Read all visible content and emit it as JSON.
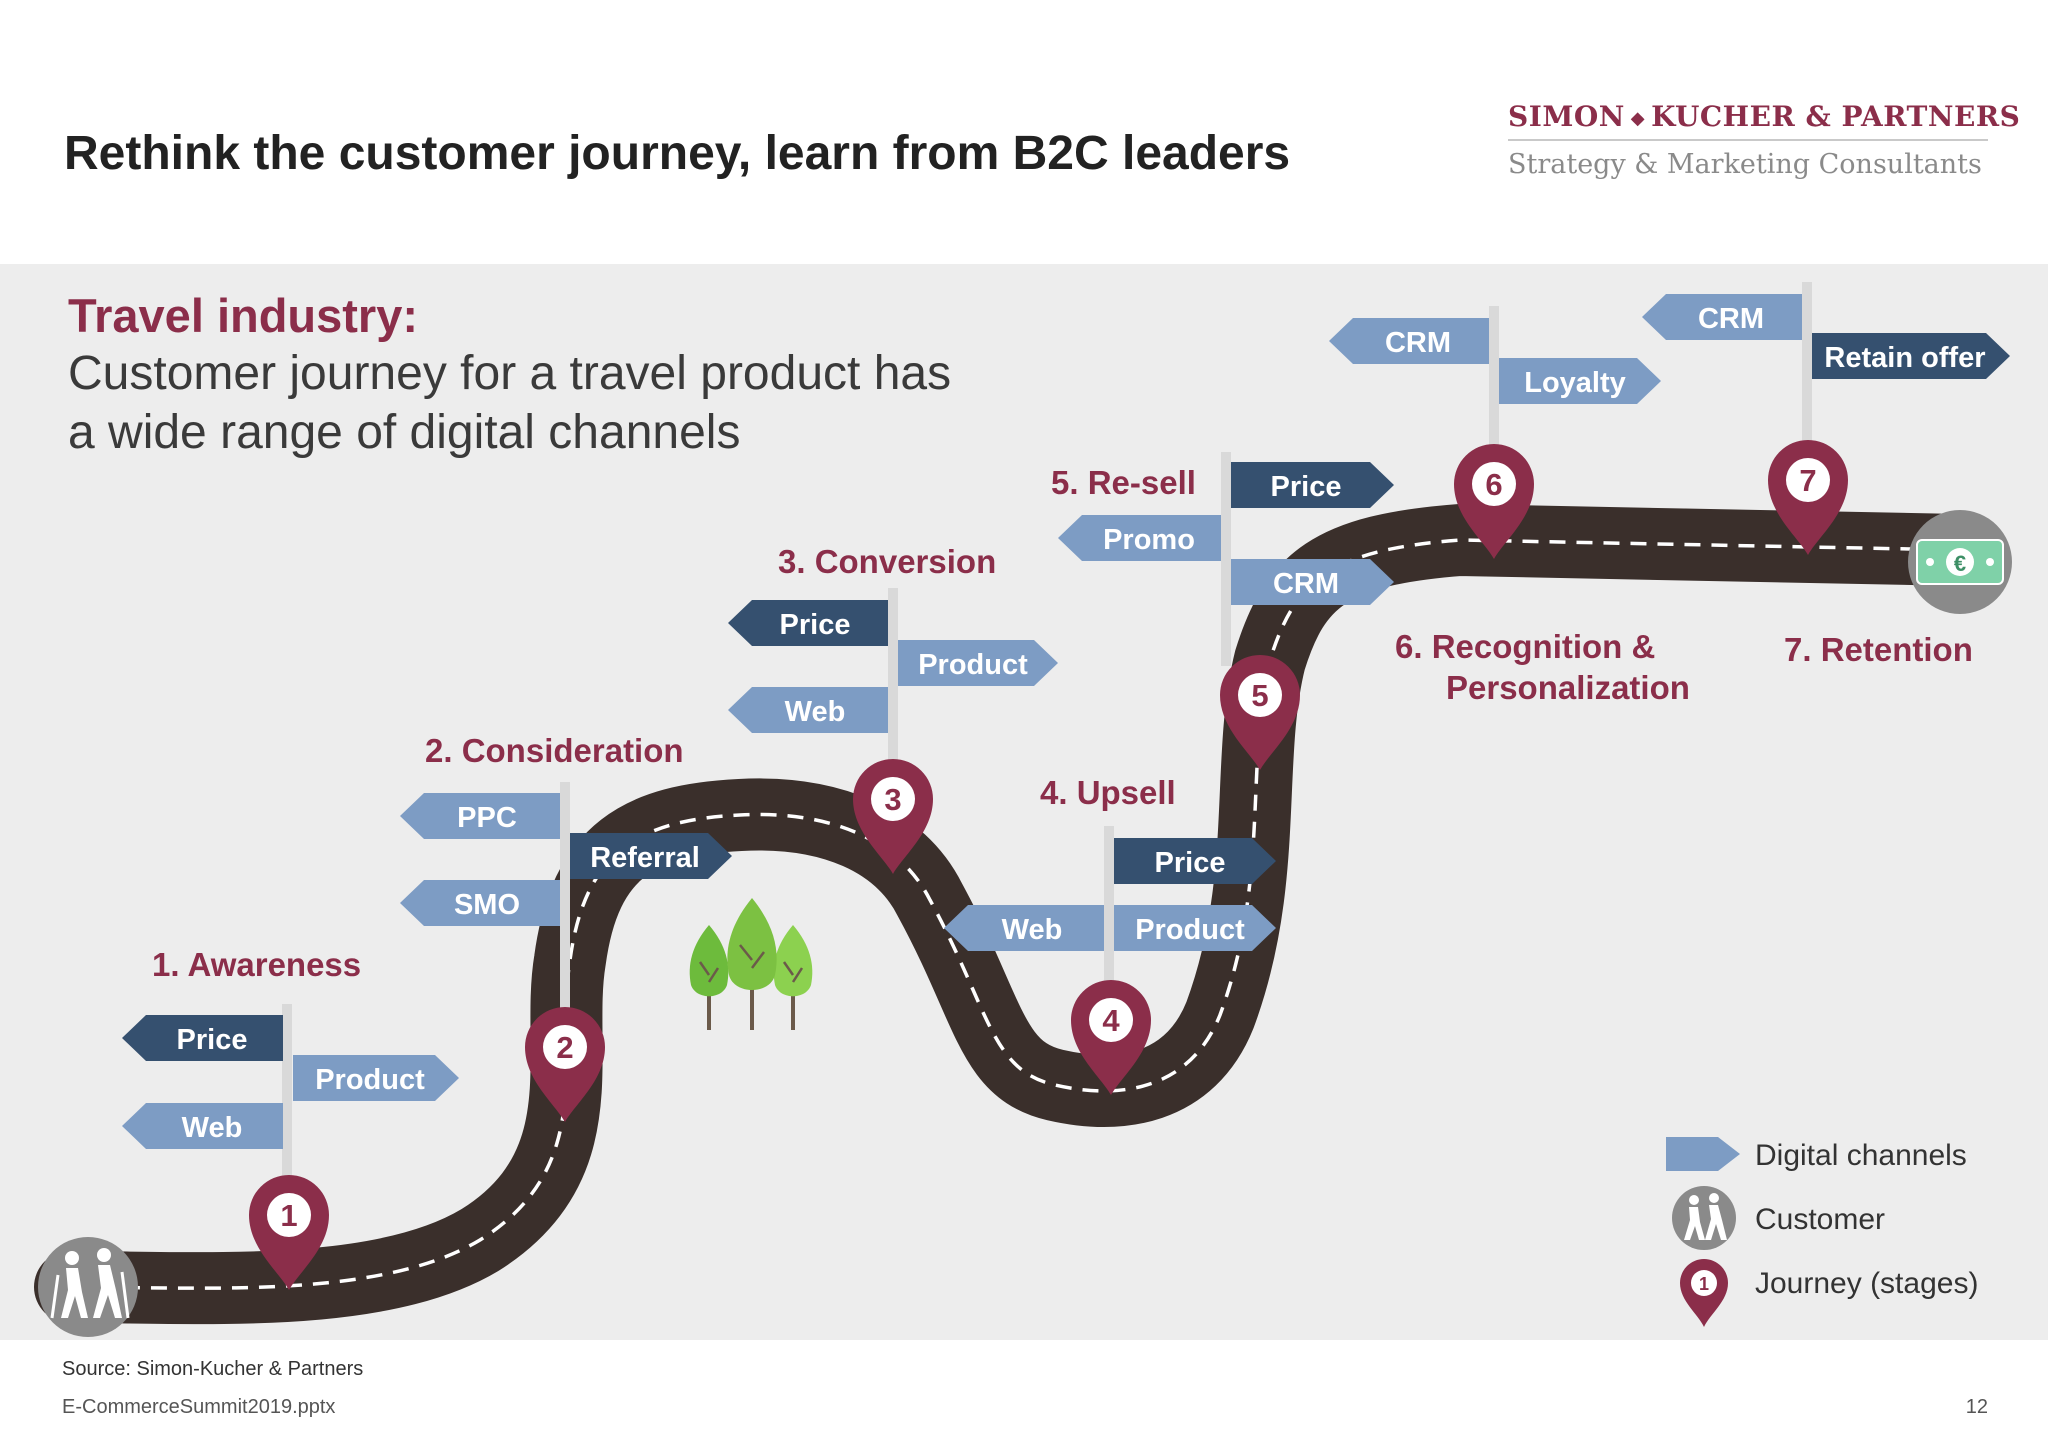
{
  "title": "Rethink the customer journey, learn from B2C leaders",
  "brand": {
    "name_left": "SIMON",
    "name_right": "KUCHER & PARTNERS",
    "tagline": "Strategy & Marketing Consultants"
  },
  "heading": "Travel industry:",
  "subheading": "Customer journey for a travel product has a wide range of digital channels",
  "colors": {
    "stage": "#8b2e4a",
    "sign_light": "#7d9cc4",
    "sign_dark": "#35506f",
    "road": "#3a2f2b",
    "tree_green": "#7cc142",
    "tree_dark": "#4e9a2a"
  },
  "stages": [
    {
      "number": "1",
      "label": "1. Awareness",
      "signs": [
        "Price",
        "Product",
        "Web"
      ]
    },
    {
      "number": "2",
      "label": "2. Consideration",
      "signs": [
        "PPC",
        "Referral",
        "SMO"
      ]
    },
    {
      "number": "3",
      "label": "3. Conversion",
      "signs": [
        "Price",
        "Product",
        "Web"
      ]
    },
    {
      "number": "4",
      "label": "4. Upsell",
      "signs": [
        "Price",
        "Web",
        "Product"
      ]
    },
    {
      "number": "5",
      "label": "5. Re-sell",
      "signs": [
        "Price",
        "Promo",
        "CRM"
      ]
    },
    {
      "number": "6",
      "label_line1": "6.  Recognition &",
      "label_line2": "Personalization",
      "signs": [
        "CRM",
        "Loyalty"
      ]
    },
    {
      "number": "7",
      "label": "7. Retention",
      "signs": [
        "CRM",
        "Retain offer"
      ]
    }
  ],
  "legend": {
    "digital": "Digital channels",
    "customer": "Customer",
    "journey": "Journey (stages)",
    "journey_pin_number": "1"
  },
  "icons": {
    "start": "hikers-icon",
    "end": "euro-banknote-icon",
    "trees": "trees-icon"
  },
  "footer": {
    "source": "Source: Simon-Kucher & Partners",
    "file": "E-CommerceSummit2019.pptx",
    "page": "12"
  }
}
